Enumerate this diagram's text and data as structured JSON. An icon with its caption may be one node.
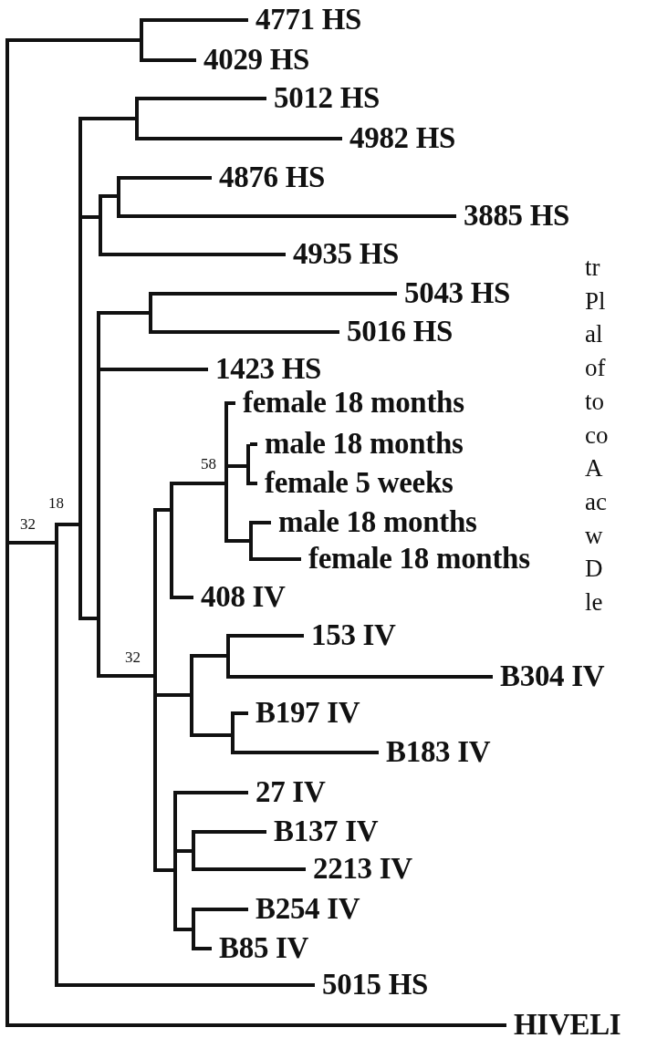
{
  "diagram": {
    "nodes": [
      {
        "text": [],
        "shape": "bar"
      },
      {
        "text": [],
        "shape": "bar"
      },
      {
        "text": [
          "4771 HS"
        ]
      },
      {
        "text": [
          "4029 HS"
        ]
      },
      {
        "text": [],
        "shape": "bar",
        "beside": [
          "32"
        ]
      },
      {
        "text": [],
        "shape": "bar",
        "beside": [
          "18"
        ]
      },
      {
        "text": [],
        "shape": "bar"
      },
      {
        "text": [
          "5012 HS"
        ]
      },
      {
        "text": [
          "4982 HS"
        ]
      },
      {
        "text": [],
        "shape": "bar"
      },
      {
        "text": [],
        "shape": "bar"
      },
      {
        "text": [
          "4876 HS"
        ]
      },
      {
        "text": [
          "3885 HS"
        ]
      },
      {
        "text": [
          "4935 HS"
        ]
      },
      {
        "text": [],
        "shape": "bar"
      },
      {
        "text": [],
        "shape": "bar"
      },
      {
        "text": [
          "5043 HS"
        ]
      },
      {
        "text": [
          "5016 HS"
        ]
      },
      {
        "text": [
          "1423 HS"
        ]
      },
      {
        "text": [],
        "shape": "bar",
        "beside": [
          "32"
        ]
      },
      {
        "text": [],
        "shape": "bar"
      },
      {
        "text": [],
        "shape": "bar",
        "beside": [
          "58"
        ]
      },
      {
        "text": [
          "female 18 months"
        ]
      },
      {
        "text": [],
        "shape": "bar"
      },
      {
        "text": [
          "male 18 months"
        ]
      },
      {
        "text": [
          "female 5 weeks"
        ]
      },
      {
        "text": [],
        "shape": "bar"
      },
      {
        "text": [
          "male 18 months"
        ]
      },
      {
        "text": [
          "female 18 months"
        ]
      },
      {
        "text": [
          "408 IV"
        ]
      },
      {
        "text": [],
        "shape": "bar"
      },
      {
        "text": [],
        "shape": "bar"
      },
      {
        "text": [
          "153 IV"
        ]
      },
      {
        "text": [
          "B304 IV"
        ]
      },
      {
        "text": [],
        "shape": "bar"
      },
      {
        "text": [
          "B197 IV"
        ]
      },
      {
        "text": [
          "B183 IV"
        ]
      },
      {
        "text": [],
        "shape": "bar"
      },
      {
        "text": [
          "27 IV"
        ]
      },
      {
        "text": [],
        "shape": "bar"
      },
      {
        "text": [
          "B137 IV"
        ]
      },
      {
        "text": [
          "2213 IV"
        ]
      },
      {
        "text": [],
        "shape": "bar"
      },
      {
        "text": [
          "B254 IV"
        ]
      },
      {
        "text": [
          "B85 IV"
        ]
      },
      {
        "text": [
          "5015 HS"
        ]
      },
      {
        "text": [
          "HIVELI"
        ]
      }
    ],
    "edges": [
      {
        "from": 0,
        "to": 1,
        "arrow": "none"
      },
      {
        "from": 1,
        "to": 2,
        "arrow": "none"
      },
      {
        "from": 1,
        "to": 3,
        "arrow": "none"
      },
      {
        "from": 0,
        "to": 4,
        "arrow": "none"
      },
      {
        "from": 4,
        "to": 5,
        "arrow": "none"
      },
      {
        "from": 5,
        "to": 6,
        "arrow": "none"
      },
      {
        "from": 6,
        "to": 7,
        "arrow": "none"
      },
      {
        "from": 6,
        "to": 8,
        "arrow": "none"
      },
      {
        "from": 5,
        "to": 9,
        "arrow": "none"
      },
      {
        "from": 9,
        "to": 10,
        "arrow": "none"
      },
      {
        "from": 10,
        "to": 11,
        "arrow": "none"
      },
      {
        "from": 10,
        "to": 12,
        "arrow": "none"
      },
      {
        "from": 9,
        "to": 13,
        "arrow": "none"
      },
      {
        "from": 5,
        "to": 14,
        "arrow": "none"
      },
      {
        "from": 14,
        "to": 15,
        "arrow": "none"
      },
      {
        "from": 15,
        "to": 16,
        "arrow": "none"
      },
      {
        "from": 15,
        "to": 17,
        "arrow": "none"
      },
      {
        "from": 14,
        "to": 18,
        "arrow": "none"
      },
      {
        "from": 14,
        "to": 19,
        "arrow": "none"
      },
      {
        "from": 19,
        "to": 20,
        "arrow": "none"
      },
      {
        "from": 20,
        "to": 21,
        "arrow": "none"
      },
      {
        "from": 21,
        "to": 22,
        "arrow": "none"
      },
      {
        "from": 21,
        "to": 23,
        "arrow": "none"
      },
      {
        "from": 23,
        "to": 24,
        "arrow": "none"
      },
      {
        "from": 23,
        "to": 25,
        "arrow": "none"
      },
      {
        "from": 21,
        "to": 26,
        "arrow": "none"
      },
      {
        "from": 26,
        "to": 27,
        "arrow": "none"
      },
      {
        "from": 26,
        "to": 28,
        "arrow": "none"
      },
      {
        "from": 20,
        "to": 29,
        "arrow": "none"
      },
      {
        "from": 19,
        "to": 30,
        "arrow": "none"
      },
      {
        "from": 30,
        "to": 31,
        "arrow": "none"
      },
      {
        "from": 31,
        "to": 32,
        "arrow": "none"
      },
      {
        "from": 31,
        "to": 33,
        "arrow": "none"
      },
      {
        "from": 30,
        "to": 34,
        "arrow": "none"
      },
      {
        "from": 34,
        "to": 35,
        "arrow": "none"
      },
      {
        "from": 34,
        "to": 36,
        "arrow": "none"
      },
      {
        "from": 19,
        "to": 37,
        "arrow": "none"
      },
      {
        "from": 37,
        "to": 38,
        "arrow": "none"
      },
      {
        "from": 37,
        "to": 39,
        "arrow": "none"
      },
      {
        "from": 39,
        "to": 40,
        "arrow": "none"
      },
      {
        "from": 39,
        "to": 41,
        "arrow": "none"
      },
      {
        "from": 37,
        "to": 42,
        "arrow": "none"
      },
      {
        "from": 42,
        "to": 43,
        "arrow": "none"
      },
      {
        "from": 42,
        "to": 44,
        "arrow": "none"
      },
      {
        "from": 4,
        "to": 45,
        "arrow": "none"
      },
      {
        "from": 0,
        "to": 46,
        "arrow": "none"
      }
    ],
    "labels": [
      "tr",
      "Pl",
      "al",
      "of",
      "to",
      "co",
      "A",
      "ac",
      "w",
      "D",
      "le"
    ]
  }
}
